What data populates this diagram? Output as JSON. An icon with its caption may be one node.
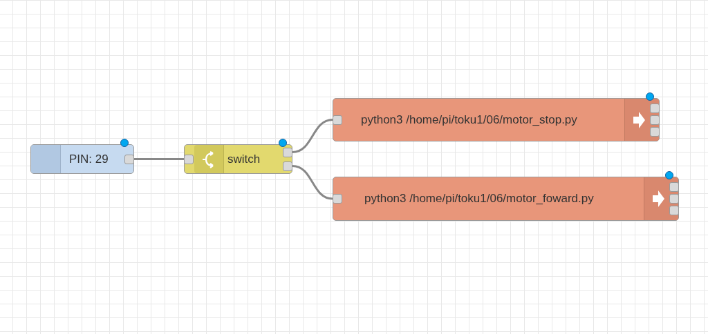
{
  "diagram": {
    "nodes": [
      {
        "text": [
          "PIN: 29"
        ]
      },
      {
        "text": [
          "switch"
        ]
      },
      {
        "text": [
          "python3 /home/pi/toku1/06/motor_stop.py"
        ]
      },
      {
        "text": [
          "python3 /home/pi/toku1/06/motor_foward.py"
        ]
      }
    ],
    "edges": [
      {
        "from": 0,
        "to": 1,
        "arrow": "none"
      },
      {
        "from": 1,
        "to": 2,
        "arrow": "none"
      },
      {
        "from": 1,
        "to": 3,
        "arrow": "none"
      }
    ]
  }
}
